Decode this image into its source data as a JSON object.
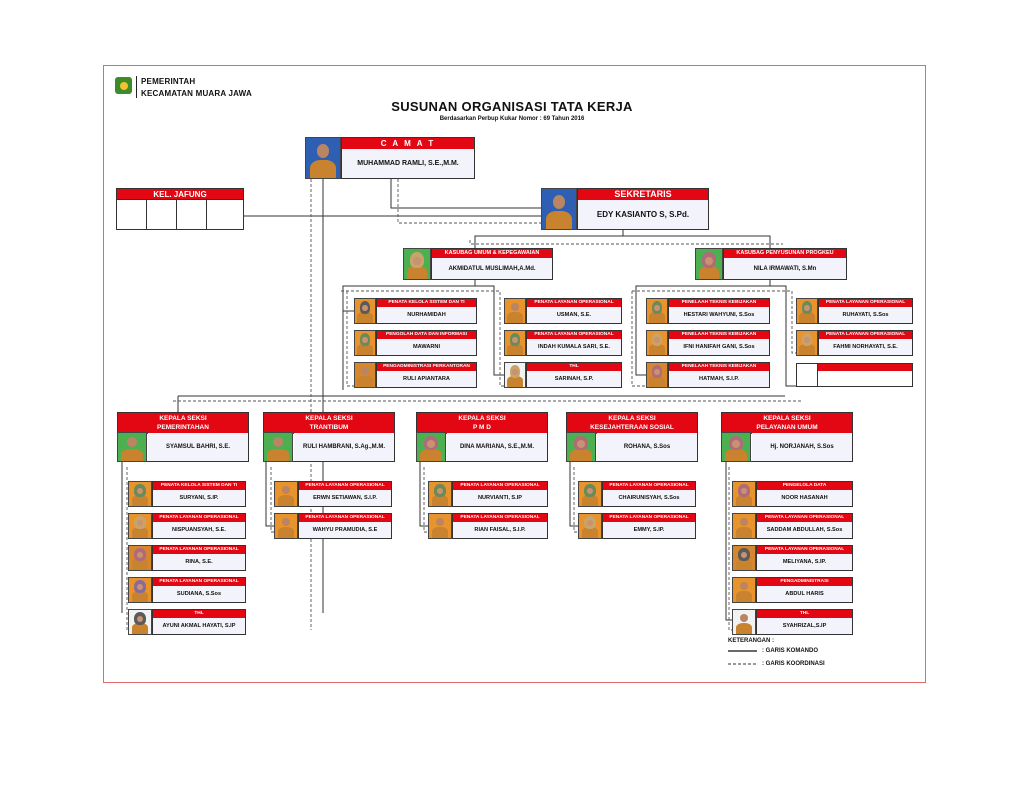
{
  "header": {
    "line1": "PEMERINTAH",
    "line2": "KECAMATAN MUARA JAWA",
    "title": "SUSUNAN ORGANISASI TATA KERJA",
    "subtitle": "Berdasarkan Perbup Kukar Nomor : 69 Tahun 2016"
  },
  "camat": {
    "title": "C A M A T",
    "name": "MUHAMMAD RAMLI, S.E.,M.M."
  },
  "jafung": {
    "title": "KEL. JAFUNG"
  },
  "sekretaris": {
    "title": "SEKRETARIS",
    "name": "EDY KASIANTO S, S.Pd."
  },
  "kasubag": [
    {
      "title": "KASUBAG UMUM & KEPEGAWAIAN",
      "name": "AKMIDATUL MUSLIMAH,A.Md.",
      "hijab": true
    },
    {
      "title": "KASUBAG PENYUSUNAN PROGKEU",
      "name": "NILA IRMAWATI, S.Mn",
      "hijab": true
    }
  ],
  "staff_umum_a": [
    {
      "title": "PENATA KELOLA SISTEM DAN TI",
      "name": "NURHAMIDAH",
      "hijab": true
    },
    {
      "title": "PENGOLAH DATA DAN INFORMASI",
      "name": "MAWARNI",
      "hijab": true
    },
    {
      "title": "PENGADMINISTRASI PERKANTORAN",
      "name": "RULI APIANTARA",
      "hijab": false
    }
  ],
  "staff_umum_b": [
    {
      "title": "PENATA LAYANAN OPERASIONAL",
      "name": "USMAN, S.E.",
      "hijab": false
    },
    {
      "title": "PENATA LAYANAN OPERASIONAL",
      "name": "INDAH KUMALA SARI, S.E.",
      "hijab": true
    },
    {
      "title": "THL",
      "name": "SARINAH, S.P.",
      "hijab": true
    }
  ],
  "staff_prog_a": [
    {
      "title": "PENELAAH TEKNIS KEBIJAKAN",
      "name": "HESTARI WAHYUNI, S.Sos",
      "hijab": true
    },
    {
      "title": "PENELAAH TEKNIS KEBIJAKAN",
      "name": "IFNI HANIFAH GANI, S.Sos",
      "hijab": true
    },
    {
      "title": "PENELAAH TEKNIS KEBIJAKAN",
      "name": "HATMAH, S.I.P.",
      "hijab": true
    }
  ],
  "staff_prog_b": [
    {
      "title": "PENATA LAYANAN OPERASIONAL",
      "name": "RUHAYATI, S.Sos",
      "hijab": true
    },
    {
      "title": "PENATA LAYANAN OPERASIONAL",
      "name": "FAHMI NORHAYATI, S.E.",
      "hijab": true
    }
  ],
  "kasi": [
    {
      "title1": "KEPALA SEKSI",
      "title2": "PEMERINTAHAN",
      "name": "SYAMSUL BAHRI, S.E.",
      "hijab": false
    },
    {
      "title1": "KEPALA SEKSI",
      "title2": "TRANTIBUM",
      "name": "RULI HAMBRANI, S.Ag.,M.M.",
      "hijab": false
    },
    {
      "title1": "KEPALA SEKSI",
      "title2": "P M D",
      "name": "DINA MARIANA, S.E.,M.M.",
      "hijab": true
    },
    {
      "title1": "KEPALA SEKSI",
      "title2": "KESEJAHTERAAN SOSIAL",
      "name": "ROHANA, S.Sos",
      "hijab": true
    },
    {
      "title1": "KEPALA SEKSI",
      "title2": "PELAYANAN UMUM",
      "name": "Hj. NORJANAH, S.Sos",
      "hijab": true
    }
  ],
  "staff_pem": [
    {
      "title": "PENATA KELOLA SISTEM DAN TI",
      "name": "SURYANI, S.IP.",
      "hijab": true
    },
    {
      "title": "PENATA LAYANAN OPERASIONAL",
      "name": "NISPUANSYAH, S.E.",
      "hijab": true
    },
    {
      "title": "PENATA LAYANAN OPERASIONAL",
      "name": "RINA, S.E.",
      "hijab": true
    },
    {
      "title": "PENATA LAYANAN OPERASIONAL",
      "name": "SUDIANA, S.Sos",
      "hijab": true
    },
    {
      "title": "THL",
      "name": "AYUNI AKMAL HAYATI, S.IP",
      "hijab": true
    }
  ],
  "staff_tran": [
    {
      "title": "PENATA LAYANAN OPERASIONAL",
      "name": "ERWN SETIAWAN, S.I.P.",
      "hijab": false
    },
    {
      "title": "PENATA LAYANAN OPERASIONAL",
      "name": "WAHYU PRAMUDIA, S.E",
      "hijab": false
    }
  ],
  "staff_pmd": [
    {
      "title": "PENATA LAYANAN OPERASIONAL",
      "name": "NURVIANTI, S.IP",
      "hijab": true
    },
    {
      "title": "PENATA LAYANAN OPERASIONAL",
      "name": "RIAN FAISAL, S.I.P.",
      "hijab": false
    }
  ],
  "staff_kesos": [
    {
      "title": "PENATA LAYANAN OPERASIONAL",
      "name": "CHAIRUNISYAH, S.Sos",
      "hijab": true
    },
    {
      "title": "PENATA LAYANAN OPERASIONAL",
      "name": "EMMY, S.IP.",
      "hijab": true
    }
  ],
  "staff_pel": [
    {
      "title": "PENGELOLA DATA",
      "name": "NOOR HASANAH",
      "hijab": true
    },
    {
      "title": "PENATA LAYANAN OPERASIONAL",
      "name": "SADDAM ABDULLAH, S.Sos",
      "hijab": false
    },
    {
      "title": "PENATA LAYANAN OPERASIONAL",
      "name": "MELIYANA, S.IP.",
      "hijab": true
    },
    {
      "title": "PENGADMINISTRASI",
      "name": "ABDUL HARIS",
      "hijab": false
    },
    {
      "title": "THL",
      "name": "SYAHRIZAL,S.IP",
      "hijab": false
    }
  ],
  "legend": {
    "title": "KETERANGAN :",
    "solid": ": GARIS KOMANDO",
    "dashed": ": GARIS KOORDINASI"
  },
  "colors": {
    "red": "#e30613",
    "frame": "#e06a6a",
    "photo_orange": "#e8932c",
    "photo_green": "#4caf50",
    "photo_blue": "#2f5fb3"
  }
}
